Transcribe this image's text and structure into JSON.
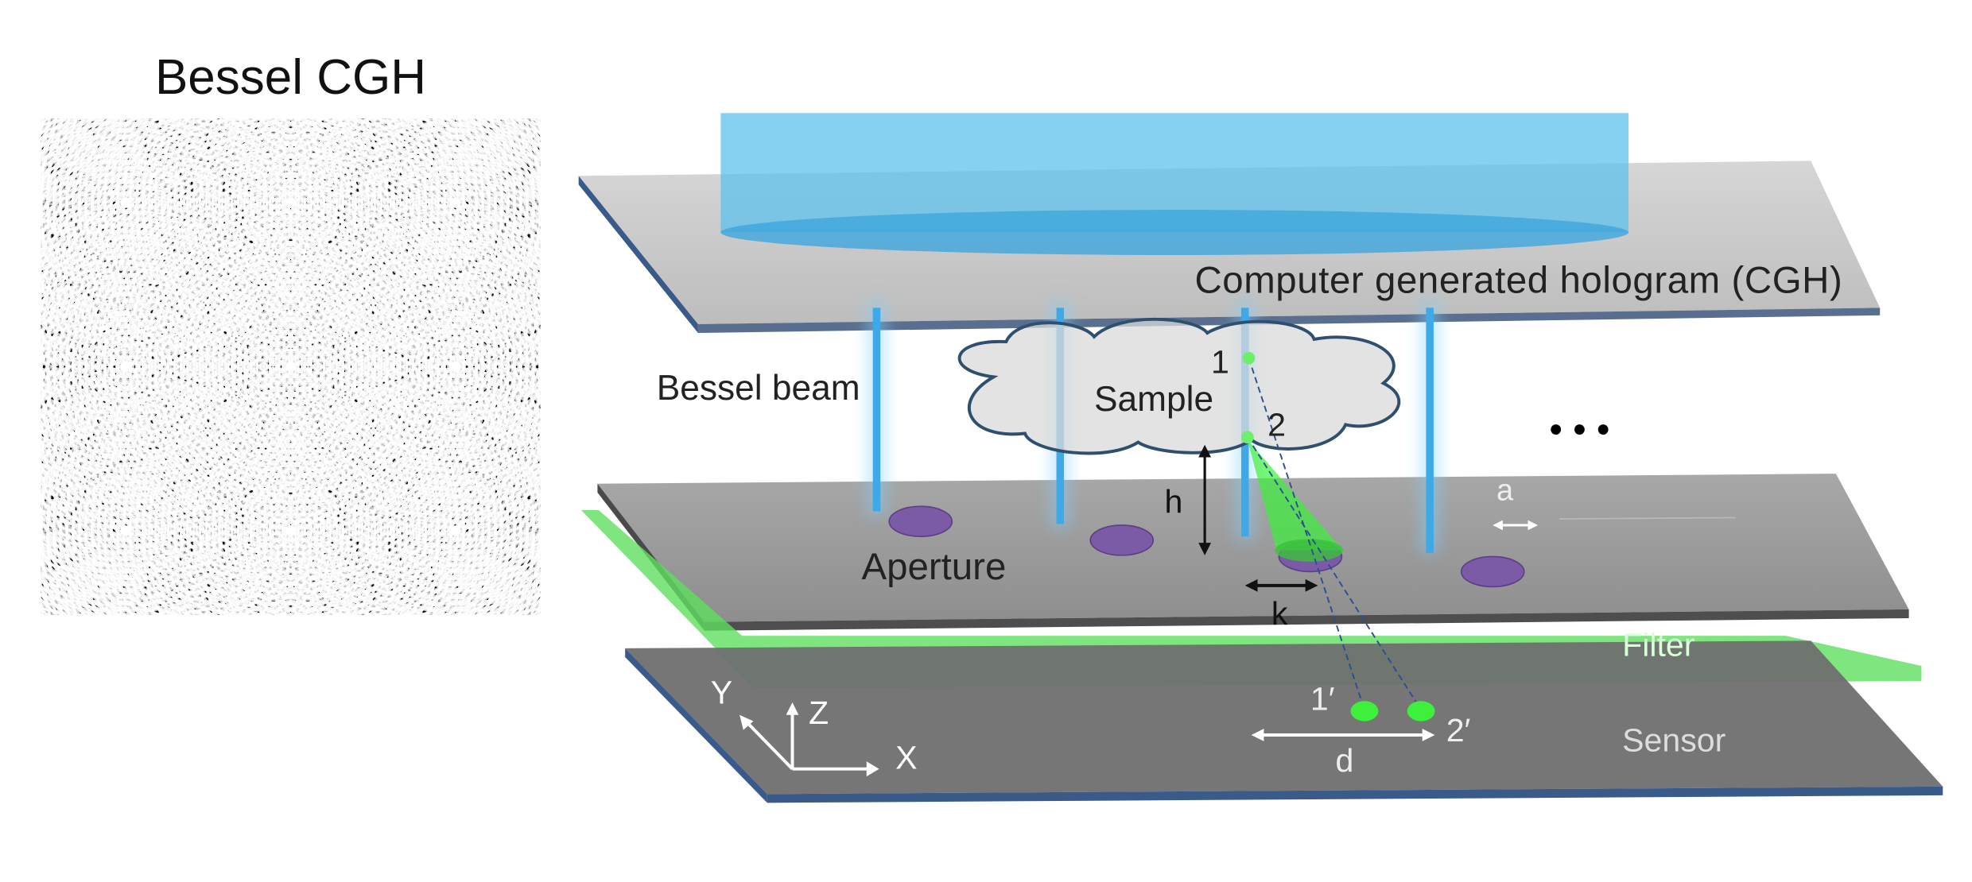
{
  "left_panel": {
    "title": "Bessel CGH"
  },
  "diagram": {
    "cgh_label": "Computer generated hologram (CGH)",
    "bessel_beam_label": "Bessel beam",
    "sample_label": "Sample",
    "point_1": "1",
    "point_2": "2",
    "ellipsis": "•  •  •",
    "aperture_label": "Aperture",
    "h_label": "h",
    "k_label": "k",
    "a_label": "a",
    "filter_label": "Filter",
    "sensor_label": "Sensor",
    "image_1": "1′",
    "image_2": "2′",
    "d_label": "d",
    "axes": {
      "x": "X",
      "y": "Y",
      "z": "Z"
    }
  },
  "colors": {
    "beam": "#4ab0e6",
    "plane_light": "#c8c8c8",
    "plane_mid": "#9a9a9a",
    "sensor": "#6f6f6f",
    "edge": "#3a5a8a",
    "filter": "#5fe05f",
    "aperture": "#7b5aa6",
    "fluorescence": "#3cf03c"
  }
}
